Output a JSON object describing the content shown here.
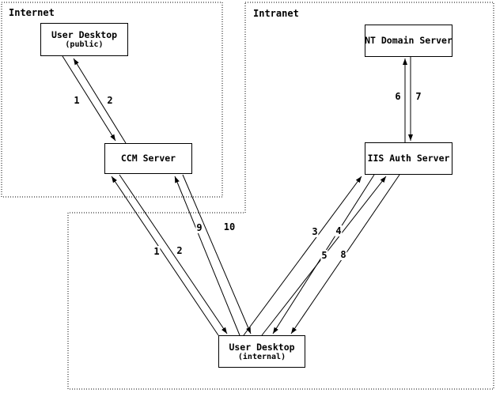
{
  "zones": {
    "internet": {
      "label": "Internet"
    },
    "intranet": {
      "label": "Intranet"
    }
  },
  "nodes": {
    "user_desktop_public": {
      "label": "User Desktop",
      "sublabel": "(public)"
    },
    "ccm_server": {
      "label": "CCM Server"
    },
    "nt_domain_server": {
      "label": "NT Domain Server"
    },
    "iis_auth_server": {
      "label": "IIS Auth Server"
    },
    "user_desktop_internal": {
      "label": "User Desktop",
      "sublabel": "(internal)"
    }
  },
  "flow_labels": {
    "public_step_1": "1",
    "public_step_2": "2",
    "internal_step_1": "1",
    "internal_step_2": "2",
    "step_3": "3",
    "step_4": "4",
    "step_5": "5",
    "step_6": "6",
    "step_7": "7",
    "step_8": "8",
    "step_9": "9",
    "step_10": "10"
  },
  "colors": {
    "ink": "#000000",
    "background": "#ffffff"
  }
}
